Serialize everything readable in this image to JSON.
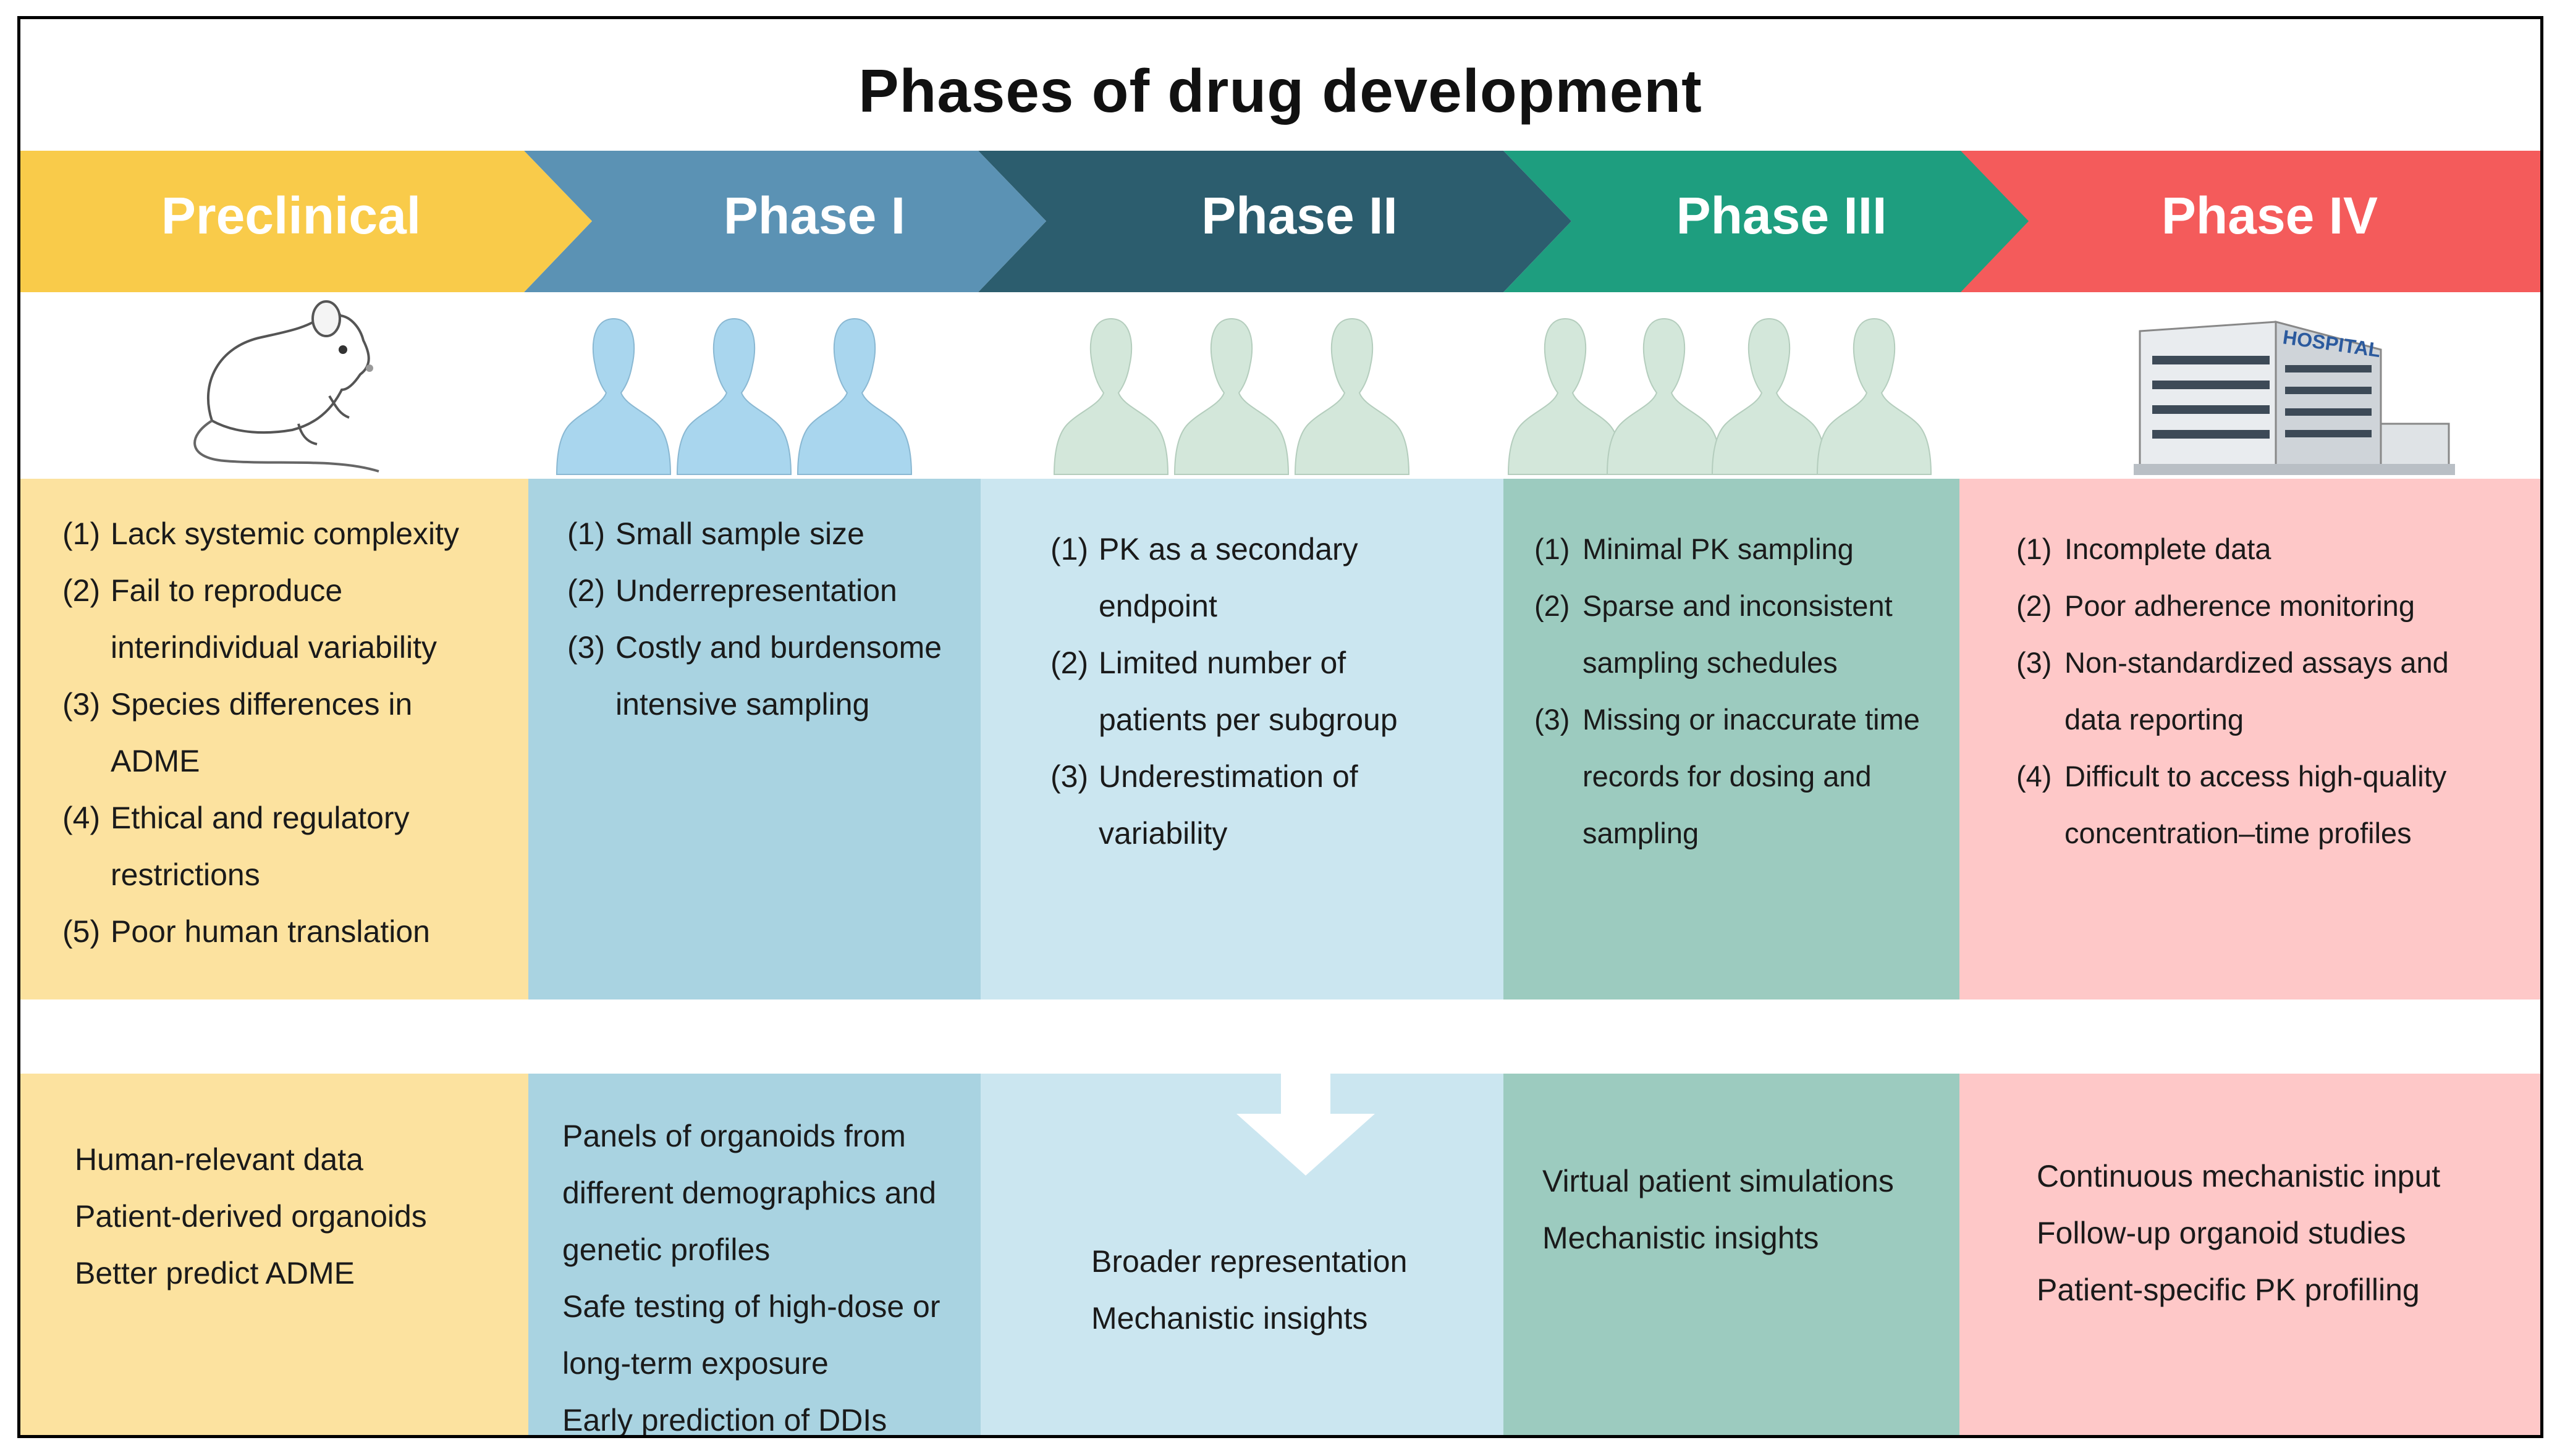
{
  "title": "Phases of drug development",
  "colors": {
    "preclinical": "#F9CB4A",
    "phase1": "#5B92B4",
    "phase2": "#2C5D6E",
    "phase3": "#1E9E7F",
    "phase4": "#F45B5B",
    "preclinical_bg": "#FCE29F",
    "phase1_bg": "#A9D3E1",
    "phase2_bg": "#CBE6F0",
    "phase3_bg": "#9CCBBF",
    "phase4_bg": "#FEC8C8"
  },
  "phases": [
    {
      "label": "Preclinical",
      "icon": "mouse-icon",
      "issues": [
        {
          "num": "(1)",
          "text": "Lack systemic complexity"
        },
        {
          "num": "(2)",
          "text": "Fail to reproduce interindividual variability"
        },
        {
          "num": "(3)",
          "text": "Species differences in ADME"
        },
        {
          "num": "(4)",
          "text": "Ethical and regulatory restrictions"
        },
        {
          "num": "(5)",
          "text": "Poor human translation"
        }
      ],
      "benefits": [
        "Human-relevant data",
        "Patient-derived organoids",
        "Better predict ADME"
      ]
    },
    {
      "label": "Phase I",
      "icon": "people-icon",
      "issues": [
        {
          "num": "(1)",
          "text": "Small sample size"
        },
        {
          "num": "(2)",
          "text": "Underrepresentation"
        },
        {
          "num": "(3)",
          "text": "Costly and burdensome intensive sampling"
        }
      ],
      "benefits": [
        "Panels of organoids from different demographics and genetic profiles",
        "Safe testing of high-dose or long-term exposure",
        "Early prediction of DDIs"
      ]
    },
    {
      "label": "Phase II",
      "icon": "people-icon",
      "issues": [
        {
          "num": "(1)",
          "text": "PK as a secondary endpoint"
        },
        {
          "num": "(2)",
          "text": "Limited number of patients per subgroup"
        },
        {
          "num": "(3)",
          "text": "Underestimation of variability"
        }
      ],
      "benefits": [
        "Broader representation",
        "Mechanistic insights"
      ]
    },
    {
      "label": "Phase III",
      "icon": "people-icon",
      "issues": [
        {
          "num": "(1)",
          "text": "Minimal PK sampling"
        },
        {
          "num": "(2)",
          "text": "Sparse and inconsistent sampling schedules"
        },
        {
          "num": "(3)",
          "text": "Missing or inaccurate time records for dosing and sampling"
        }
      ],
      "benefits": [
        "Virtual patient simulations",
        "Mechanistic insights"
      ]
    },
    {
      "label": "Phase IV",
      "icon": "hospital-icon",
      "hospital_sign": "HOSPITAL",
      "issues": [
        {
          "num": "(1)",
          "text": "Incomplete data"
        },
        {
          "num": "(2)",
          "text": "Poor adherence monitoring"
        },
        {
          "num": "(3)",
          "text": "Non-standardized assays and data reporting"
        },
        {
          "num": "(4)",
          "text": "Difficult to access high-quality concentration–time profiles"
        }
      ],
      "benefits": [
        "Continuous mechanistic input",
        "Follow-up organoid studies",
        "Patient-specific PK profilling"
      ]
    }
  ]
}
